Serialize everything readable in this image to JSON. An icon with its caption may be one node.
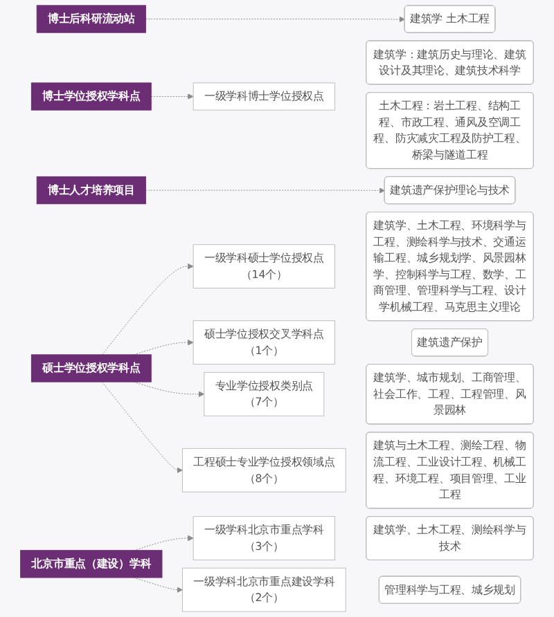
{
  "diagram": {
    "nodes": [
      {
        "text": [
          "博士后科研流动站"
        ]
      },
      {
        "text": [
          "建筑学 土木工程"
        ]
      },
      {
        "text": [
          "博士学位授权学科点"
        ]
      },
      {
        "text": [
          "一级学科博士学位授权点"
        ]
      },
      {
        "text": [
          "建筑学：建筑历史与理论、建筑设计及其理论、建筑技术科学"
        ]
      },
      {
        "text": [
          "土木工程：岩土工程、结构工程、市政工程、通风及空调工程、防灾减灾工程及防护工程、桥梁与隧道工程"
        ]
      },
      {
        "text": [
          "博士人才培养项目"
        ]
      },
      {
        "text": [
          "建筑遗产保护理论与技术"
        ]
      },
      {
        "text": [
          "硕士学位授权学科点"
        ]
      },
      {
        "text": [
          "一级学科硕士学位授权点",
          "（14个）"
        ]
      },
      {
        "text": [
          "建筑学、土木工程、环境科学与工程、测绘科学与技术、交通运输工程、城乡规划学、风景园林学、控制科学与工程、数学、工商管理、管理科学与工程、设计学机械工程、马克思主义理论"
        ]
      },
      {
        "text": [
          "硕士学位授权交叉学科点",
          "（1个）"
        ]
      },
      {
        "text": [
          "建筑遗产保护"
        ]
      },
      {
        "text": [
          "专业学位授权类别点",
          "（7个）"
        ]
      },
      {
        "text": [
          "建筑学、城市规划、工商管理、社会工作、工程、工程管理、风景园林"
        ]
      },
      {
        "text": [
          "工程硕士专业学位授权领域点",
          "（8个）"
        ]
      },
      {
        "text": [
          "建筑与土木工程、测绘工程、物流工程、工业设计工程、机械工程、环境工程、项目管理、工业工程"
        ]
      },
      {
        "text": [
          "北京市重点（建设）学科"
        ]
      },
      {
        "text": [
          "一级学科北京市重点学科",
          "（3个）"
        ]
      },
      {
        "text": [
          "建筑学、土木工程、测绘科学与技术"
        ]
      },
      {
        "text": [
          "一级学科北京市重点建设学科",
          "（2个）"
        ]
      },
      {
        "text": [
          "管理科学与工程、城乡规划"
        ]
      }
    ],
    "edges": [
      {
        "from": 0,
        "to": 1,
        "arrow": "to",
        "style": "dashed"
      },
      {
        "from": 2,
        "to": 3,
        "arrow": "to",
        "style": "dashed"
      },
      {
        "from": 6,
        "to": 7,
        "arrow": "to",
        "style": "dashed"
      },
      {
        "from": 8,
        "to": 9,
        "arrow": "to",
        "style": "dashed"
      },
      {
        "from": 8,
        "to": 11,
        "arrow": "to",
        "style": "dashed"
      },
      {
        "from": 8,
        "to": 13,
        "arrow": "to",
        "style": "dashed"
      },
      {
        "from": 8,
        "to": 15,
        "arrow": "to",
        "style": "dashed"
      },
      {
        "from": 17,
        "to": 18,
        "arrow": "to",
        "style": "dashed"
      },
      {
        "from": 17,
        "to": 20,
        "arrow": "to",
        "style": "dashed"
      }
    ]
  }
}
